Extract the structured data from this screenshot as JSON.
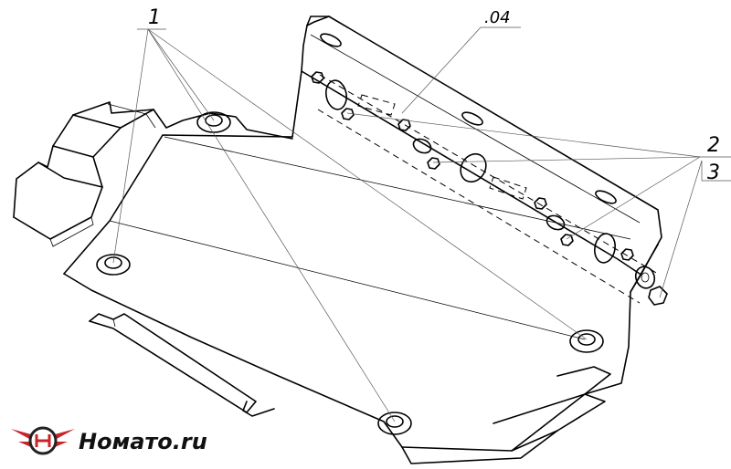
{
  "callouts": {
    "part_1": "1",
    "part_2": "2",
    "part_3": "3",
    "part_04": ".04"
  },
  "logo": {
    "text": "Номато.ru",
    "accent_color": "#c8242b",
    "dark_color": "#222222"
  },
  "colors": {
    "line": "#000000",
    "leader": "#555555",
    "background": "#ffffff"
  }
}
